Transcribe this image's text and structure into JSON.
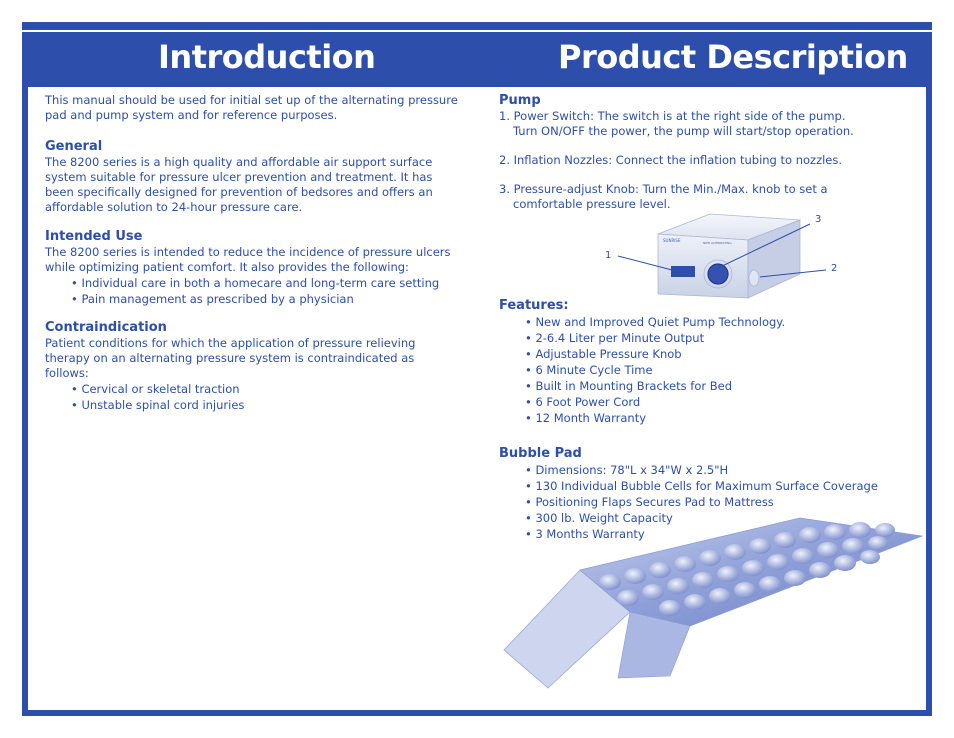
{
  "header": {
    "left_title": "Introduction",
    "right_title": "Product Description"
  },
  "left": {
    "intro": "This manual should be used for initial set up of the alternating pressure pad and pump system and for reference purposes.",
    "general": {
      "heading": "General",
      "text": "The 8200 series is a high quality and affordable air support surface system suitable for pressure ulcer prevention and treatment. It has been specifically designed for prevention of bedsores and offers an affordable solution to 24-hour pressure care."
    },
    "intended_use": {
      "heading": "Intended Use",
      "text": "The 8200 series is intended to reduce the incidence of pressure ulcers while optimizing patient comfort. It also provides the following:",
      "bullets": [
        "Individual care in both a homecare and long-term care setting",
        "Pain management as prescribed by a physician"
      ]
    },
    "contraindication": {
      "heading": "Contraindication",
      "text": "Patient conditions for which the application of pressure relieving therapy on an alternating pressure system is contraindicated as follows:",
      "bullets": [
        "Cervical or skeletal traction",
        "Unstable spinal cord injuries"
      ]
    }
  },
  "right": {
    "pump": {
      "heading": "Pump",
      "item1_a": "1. Power Switch: The switch is at the right side of the pump.",
      "item1_b": "Turn ON/OFF the power, the pump will start/stop operation.",
      "item2": "2. Inflation Nozzles: Connect the inflation tubing to nozzles.",
      "item3_a": "3. Pressure-adjust Knob: Turn the Min./Max. knob to set a",
      "item3_b": "comfortable pressure level.",
      "callouts": [
        "1",
        "2",
        "3"
      ]
    },
    "features": {
      "heading": "Features:",
      "bullets": [
        "New and Improved Quiet Pump Technology.",
        "2-6.4 Liter per Minute Output",
        "Adjustable Pressure Knob",
        "6 Minute Cycle Time",
        "Built in Mounting Brackets for Bed",
        "6 Foot Power Cord",
        "12 Month Warranty"
      ]
    },
    "bubble_pad": {
      "heading": "Bubble Pad",
      "bullets": [
        "Dimensions: 78\"L x 34\"W x 2.5\"H",
        "130 Individual Bubble Cells for Maximum Surface Coverage",
        "Positioning Flaps Secures Pad to Mattress",
        "300 lb. Weight Capacity",
        "3 Months Warranty"
      ]
    }
  },
  "colors": {
    "brand_blue": "#2d4eab",
    "background": "#ffffff"
  }
}
